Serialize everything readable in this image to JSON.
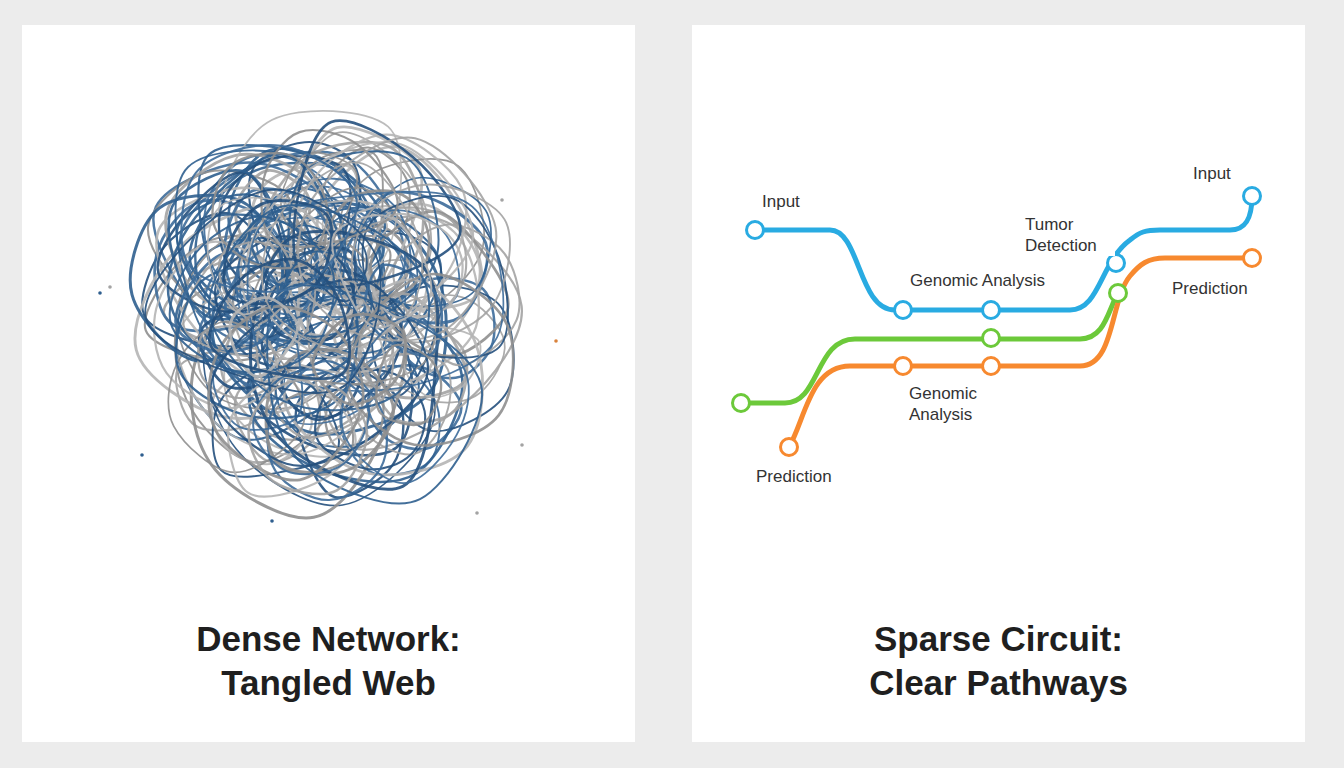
{
  "diagram": {
    "nodes": [
      {
        "text": [
          "Dense Network: Tangled Web"
        ]
      },
      {
        "text": [
          "Sparse Circuit: Clear Pathways"
        ]
      }
    ],
    "labels": [
      "Input",
      "Tumor Detection",
      "Genomic Analysis",
      "Input",
      "Prediction",
      "Genomic Analysis",
      "Prediction"
    ]
  }
}
